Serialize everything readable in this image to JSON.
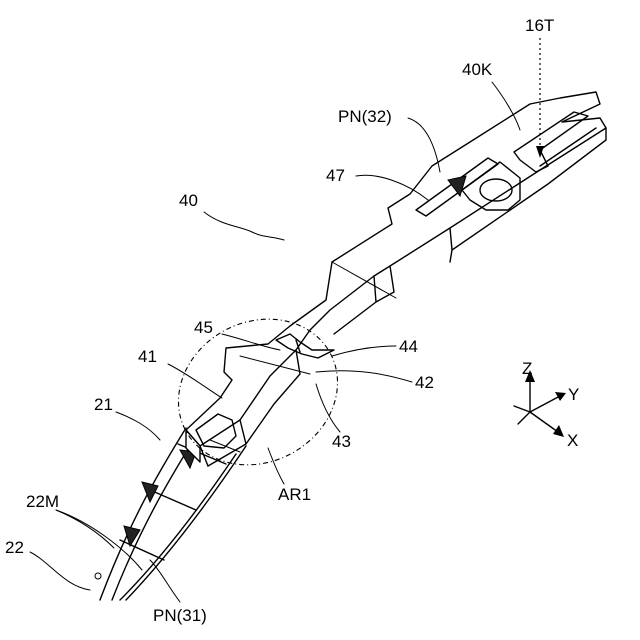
{
  "labels": {
    "l16T": "16T",
    "l40K": "40K",
    "lPN32": "PN(32)",
    "l47": "47",
    "l40": "40",
    "l45": "45",
    "l44": "44",
    "l41": "41",
    "l42": "42",
    "l21": "21",
    "l43": "43",
    "lAR1": "AR1",
    "l22M": "22M",
    "l22": "22",
    "lPN31": "PN(31)"
  },
  "axes": {
    "z": "Z",
    "y": "Y",
    "x": "X"
  }
}
